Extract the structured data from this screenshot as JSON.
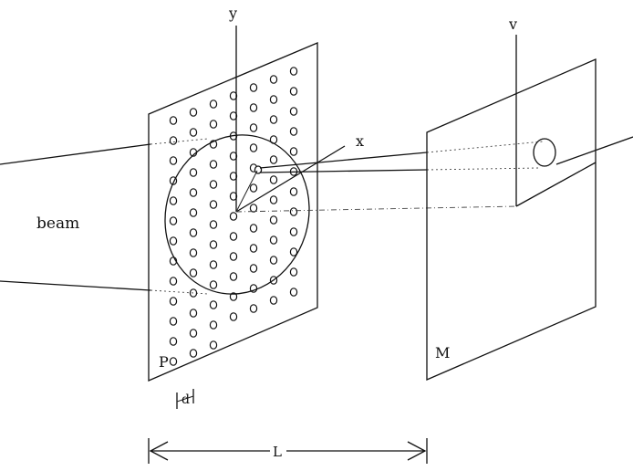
{
  "labels": {
    "axis_y": "y",
    "axis_x": "x",
    "axis_v": "v",
    "beam": "beam",
    "plate_p": "P",
    "plate_m": "M",
    "spacing_d": "d",
    "distance_l": "L"
  },
  "colors": {
    "ink": "#111111",
    "paper": "#ffffff"
  }
}
